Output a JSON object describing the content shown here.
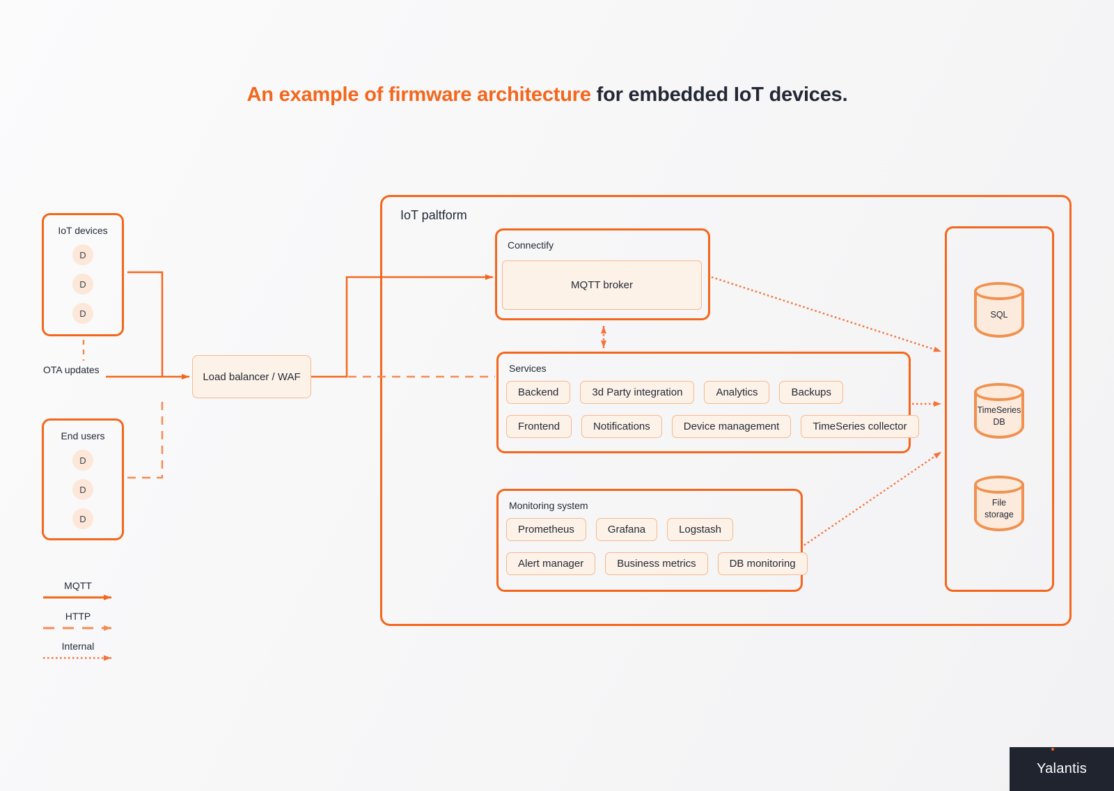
{
  "title": {
    "highlight": "An example of firmware architecture",
    "rest": " for embedded IoT devices."
  },
  "nodes": {
    "iot_devices": {
      "label": "IoT devices",
      "items": [
        "D",
        "D",
        "D"
      ]
    },
    "end_users": {
      "label": "End users",
      "items": [
        "D",
        "D",
        "D"
      ]
    },
    "ota": {
      "label": "OTA updates"
    },
    "load_balancer": {
      "label": "Load balancer / WAF"
    },
    "platform": {
      "label": "IoT paltform"
    },
    "connectify": {
      "label": "Connectify",
      "broker": "MQTT broker"
    },
    "services": {
      "label": "Services",
      "row1": [
        "Backend",
        "3d Party integration",
        "Analytics",
        "Backups"
      ],
      "row2": [
        "Frontend",
        "Notifications",
        "Device management",
        "TimeSeries collector"
      ]
    },
    "monitoring": {
      "label": "Monitoring system",
      "row1": [
        "Prometheus",
        "Grafana",
        "Logstash"
      ],
      "row2": [
        "Alert manager",
        "Business metrics",
        "DB monitoring"
      ]
    },
    "storage": {
      "sql": "SQL",
      "timeseries": "TimeSeries DB",
      "file": "File storage"
    }
  },
  "legend": [
    {
      "label": "MQTT",
      "style": "solid"
    },
    {
      "label": "HTTP",
      "style": "dashed"
    },
    {
      "label": "Internal",
      "style": "dotted"
    }
  ],
  "branding": {
    "logo": "Yalantis"
  },
  "colors": {
    "accent": "#F4661C",
    "accent_light_border": "#F7B78D",
    "peach_fill": "#FDF2E8",
    "cylinder_stroke": "#F0914F",
    "cylinder_fill": "#FCEADC",
    "dashed_line": "#F58A52",
    "dotted_line": "#F4733B",
    "text_dark": "#232936",
    "brand_bg": "#20242F"
  }
}
